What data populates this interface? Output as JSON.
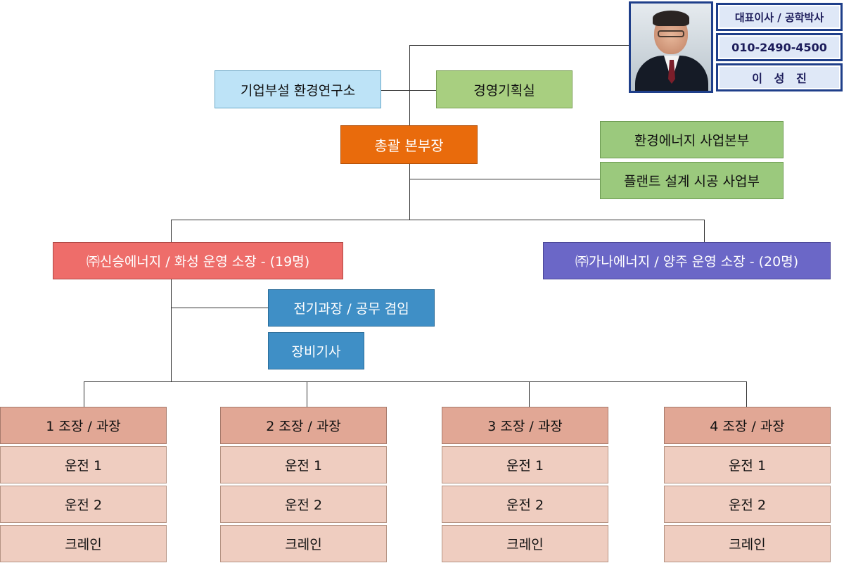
{
  "profile": {
    "title": "대표이사 / 공학박사",
    "phone": "010-2490-4500",
    "name": "이   성   진"
  },
  "org": {
    "lab": "기업부설 환경연구소",
    "management": "경영기획실",
    "ceo": "총괄 본부장",
    "divisions": [
      "환경에너지 사업본부",
      "플랜트 설계 시공 사업부"
    ],
    "site_left": "㈜신승에너지 / 화성 운영 소장 - (19명)",
    "site_right": "㈜가나에너지 / 양주 운영 소장 -  (20명)",
    "staff": [
      "전기과장 / 공무 겸임",
      "장비기사"
    ],
    "teams": [
      {
        "head": "1 조장 / 과장",
        "members": [
          "운전 1",
          "운전 2",
          "크레인"
        ]
      },
      {
        "head": "2 조장 / 과장",
        "members": [
          "운전 1",
          "운전 2",
          "크레인"
        ]
      },
      {
        "head": "3 조장 / 과장",
        "members": [
          "운전 1",
          "운전 2",
          "크레인"
        ]
      },
      {
        "head": "4 조장 / 과장",
        "members": [
          "운전 1",
          "운전 2",
          "크레인"
        ]
      }
    ]
  }
}
